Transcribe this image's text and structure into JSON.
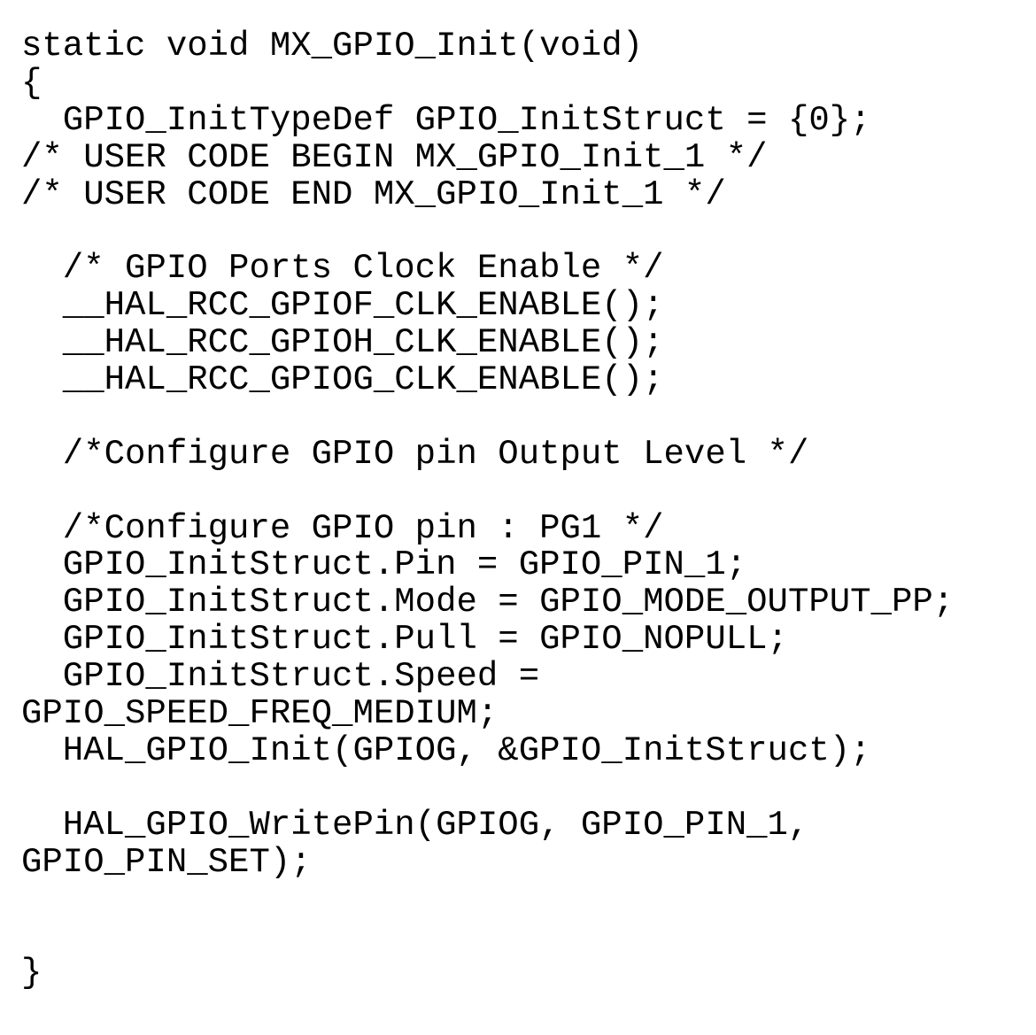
{
  "document": {
    "lines": [
      "static void MX_GPIO_Init(void)",
      "{",
      "  GPIO_InitTypeDef GPIO_InitStruct = {0};",
      "/* USER CODE BEGIN MX_GPIO_Init_1 */",
      "/* USER CODE END MX_GPIO_Init_1 */",
      "",
      "  /* GPIO Ports Clock Enable */",
      "  __HAL_RCC_GPIOF_CLK_ENABLE();",
      "  __HAL_RCC_GPIOH_CLK_ENABLE();",
      "  __HAL_RCC_GPIOG_CLK_ENABLE();",
      "",
      "  /*Configure GPIO pin Output Level */",
      "",
      "  /*Configure GPIO pin : PG1 */",
      "  GPIO_InitStruct.Pin = GPIO_PIN_1;",
      "  GPIO_InitStruct.Mode = GPIO_MODE_OUTPUT_PP;",
      "  GPIO_InitStruct.Pull = GPIO_NOPULL;",
      "  GPIO_InitStruct.Speed =",
      "GPIO_SPEED_FREQ_MEDIUM;",
      "  HAL_GPIO_Init(GPIOG, &GPIO_InitStruct);",
      "",
      "  HAL_GPIO_WritePin(GPIOG, GPIO_PIN_1,",
      "GPIO_PIN_SET);",
      "",
      "",
      "}"
    ]
  }
}
